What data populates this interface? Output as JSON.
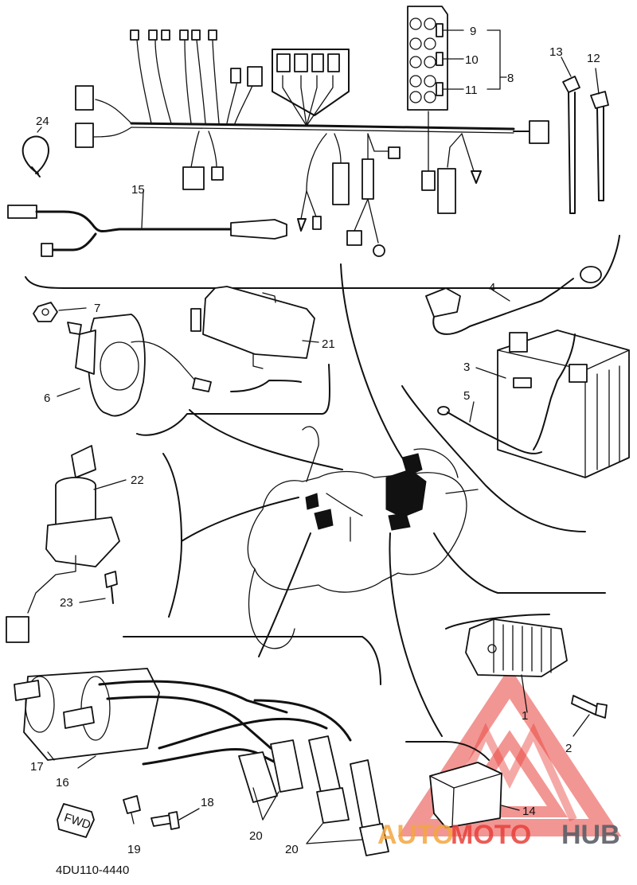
{
  "diagram": {
    "part_code": "4DU110-4440",
    "fwd_label": "FWD",
    "callouts": {
      "c1": "1",
      "c2": "2",
      "c3": "3",
      "c4": "4",
      "c5": "5",
      "c6": "6",
      "c7": "7",
      "c8": "8",
      "c9": "9",
      "c10": "10",
      "c11": "11",
      "c12": "12",
      "c13": "13",
      "c14": "14",
      "c15": "15",
      "c16": "16",
      "c17": "17",
      "c18": "18",
      "c19": "19",
      "c20a": "20",
      "c20b": "20",
      "c21": "21",
      "c22": "22",
      "c23": "23",
      "c24": "24"
    }
  },
  "watermark": {
    "brand_auto": "AUTO",
    "brand_moto": "MOTO",
    "brand_hub": "HUB",
    "color_red": "#e8403a",
    "color_orange": "#f4a640",
    "color_gray": "#5b5f66"
  }
}
